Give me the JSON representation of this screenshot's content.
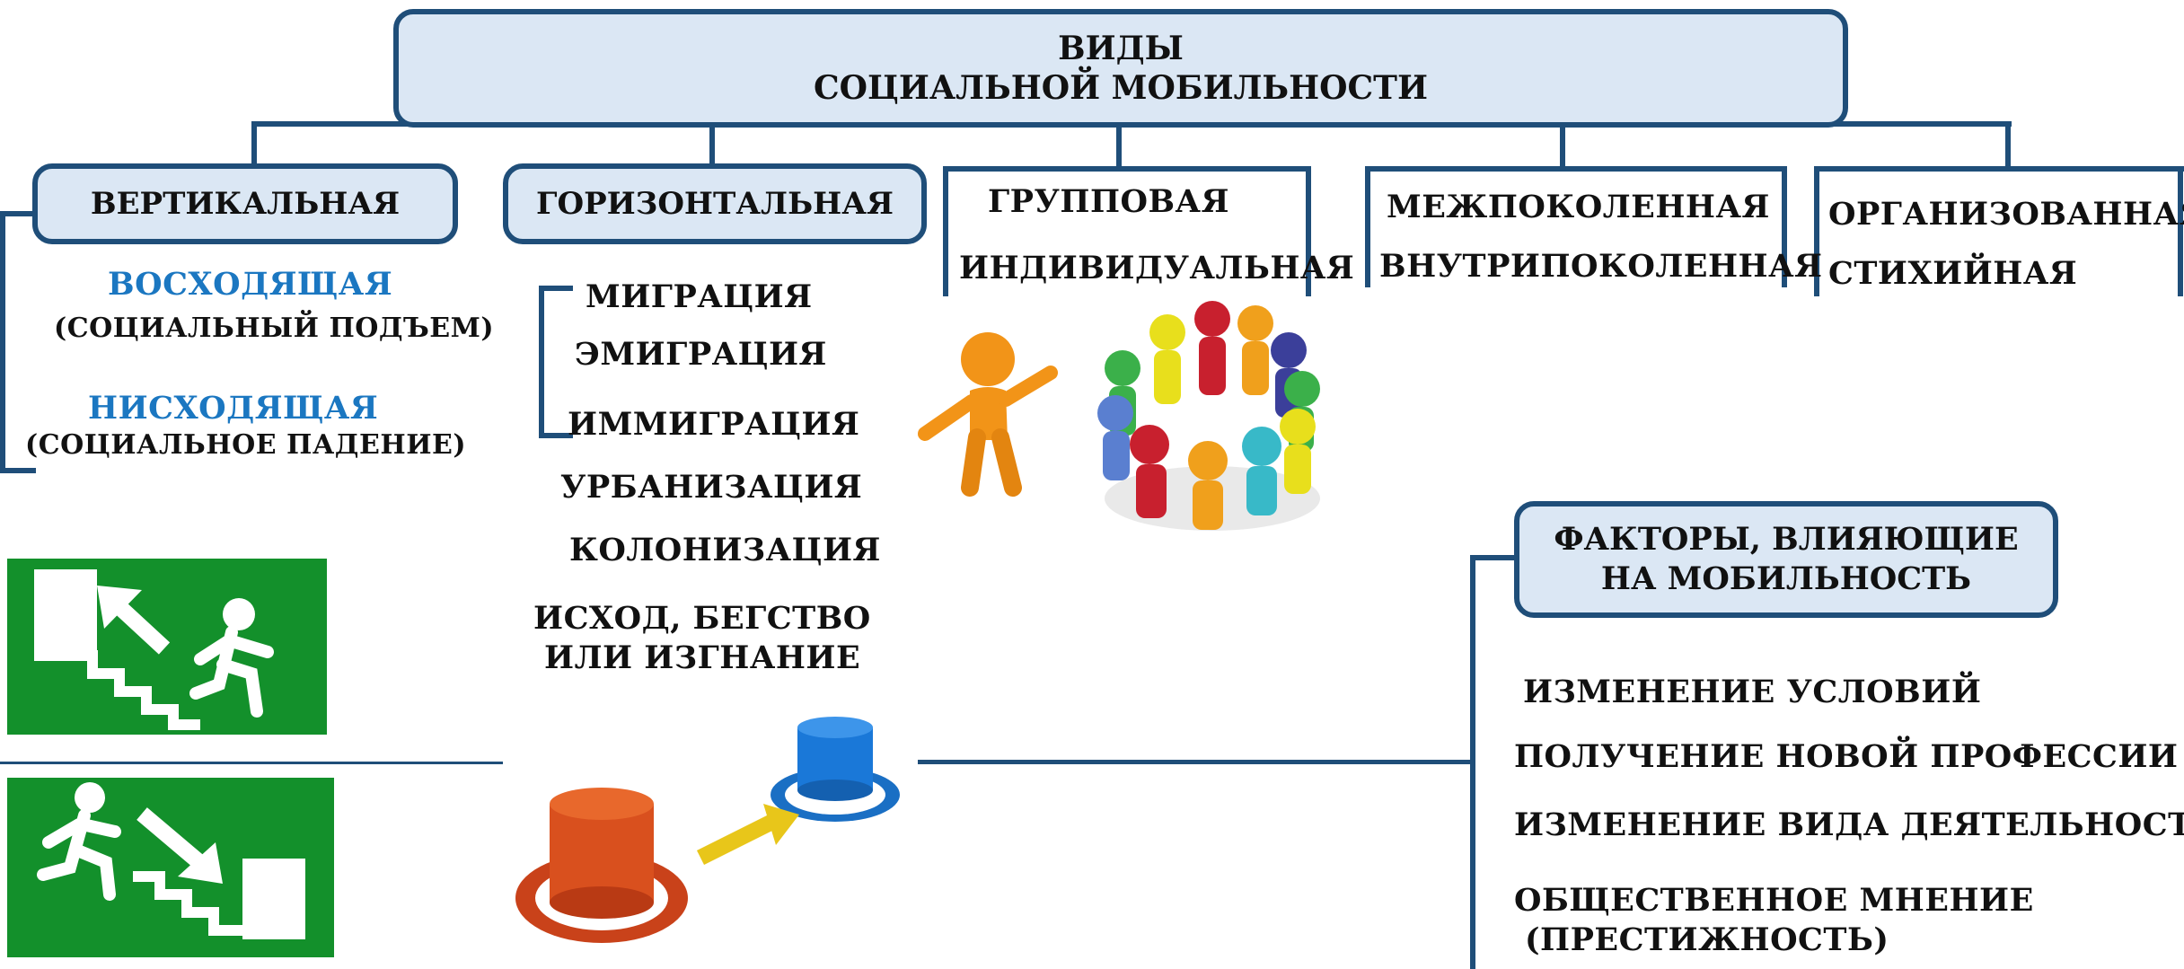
{
  "title": {
    "line1": "ВИДЫ",
    "line2": "СОЦИАЛЬНОЙ МОБИЛЬНОСТИ"
  },
  "types": {
    "vertical": {
      "label": "ВЕРТИКАЛЬНАЯ",
      "up": {
        "label": "ВОСХОДЯЩАЯ",
        "note": "(СОЦИАЛЬНЫЙ ПОДЪЕМ)"
      },
      "down": {
        "label": "НИСХОДЯЩАЯ",
        "note": "(СОЦИАЛЬНОЕ ПАДЕНИЕ)"
      }
    },
    "horizontal": {
      "label": "ГОРИЗОНТАЛЬНАЯ",
      "items": [
        "МИГРАЦИЯ",
        "ЭМИГРАЦИЯ",
        "ИММИГРАЦИЯ",
        "УРБАНИЗАЦИЯ",
        "КОЛОНИЗАЦИЯ"
      ],
      "exodus": {
        "line1": "ИСХОД, БЕГСТВО",
        "line2": "ИЛИ ИЗГНАНИЕ"
      }
    },
    "group": {
      "label1": "ГРУППОВАЯ",
      "label2": "ИНДИВИДУАЛЬНАЯ"
    },
    "generation": {
      "label1": "МЕЖПОКОЛЕННАЯ",
      "label2": "ВНУТРИПОКОЛЕННАЯ"
    },
    "organized": {
      "label1": "ОРГАНИЗОВАННАЯ",
      "label2": "СТИХИЙНАЯ"
    }
  },
  "factors": {
    "title1": "ФАКТОРЫ, ВЛИЯЮЩИЕ",
    "title2": "НА МОБИЛЬНОСТЬ",
    "items": [
      "ИЗМЕНЕНИЕ УСЛОВИЙ",
      "ПОЛУЧЕНИЕ НОВОЙ ПРОФЕССИИ",
      "ИЗМЕНЕНИЕ ВИДА ДЕЯТЕЛЬНОСТИ",
      "ОБЩЕСТВЕННОЕ МНЕНИЕ"
    ],
    "last_note": "(ПРЕСТИЖНОСТЬ)"
  },
  "colors": {
    "box_fill": "#dbe7f4",
    "border": "#1f4e79",
    "accent_blue": "#1b77c1",
    "sign_green": "#13902b"
  },
  "icons": [
    "stairs-up-exit-sign-icon",
    "stairs-down-exit-sign-icon",
    "person-presenting-icon",
    "people-circle-icon",
    "coin-stack-move-icon"
  ]
}
